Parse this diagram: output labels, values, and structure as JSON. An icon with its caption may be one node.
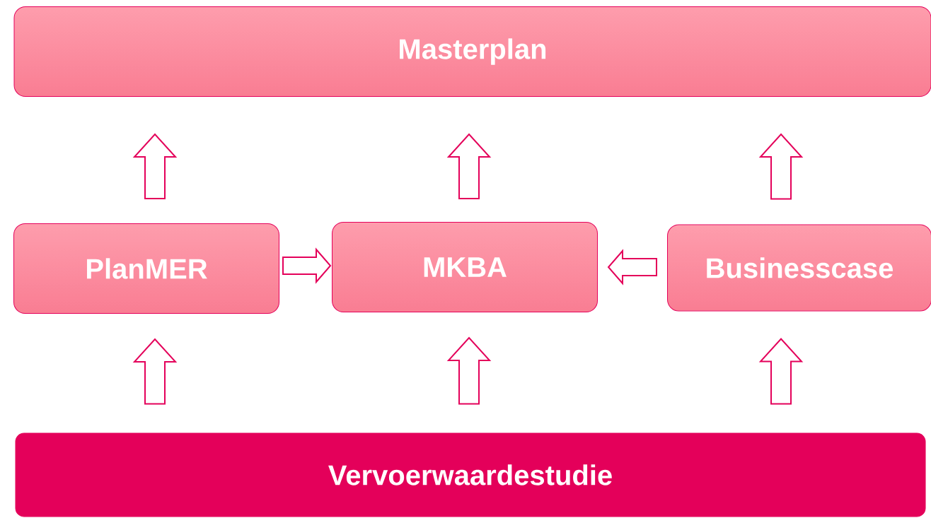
{
  "diagram": {
    "nodes": [
      {
        "text": [
          "Masterplan"
        ]
      },
      {
        "text": [
          "PlanMER"
        ]
      },
      {
        "text": [
          "MKBA"
        ]
      },
      {
        "text": [
          "Businesscase"
        ]
      },
      {
        "text": [
          "Vervoerwaardestudie"
        ]
      }
    ],
    "edges": [
      {
        "from": 1,
        "to": 0,
        "arrow": "to"
      },
      {
        "from": 2,
        "to": 0,
        "arrow": "to"
      },
      {
        "from": 3,
        "to": 0,
        "arrow": "to"
      },
      {
        "from": 1,
        "to": 2,
        "arrow": "to"
      },
      {
        "from": 3,
        "to": 2,
        "arrow": "to"
      },
      {
        "from": 4,
        "to": 1,
        "arrow": "to"
      },
      {
        "from": 4,
        "to": 2,
        "arrow": "to"
      },
      {
        "from": 4,
        "to": 3,
        "arrow": "to"
      }
    ]
  }
}
